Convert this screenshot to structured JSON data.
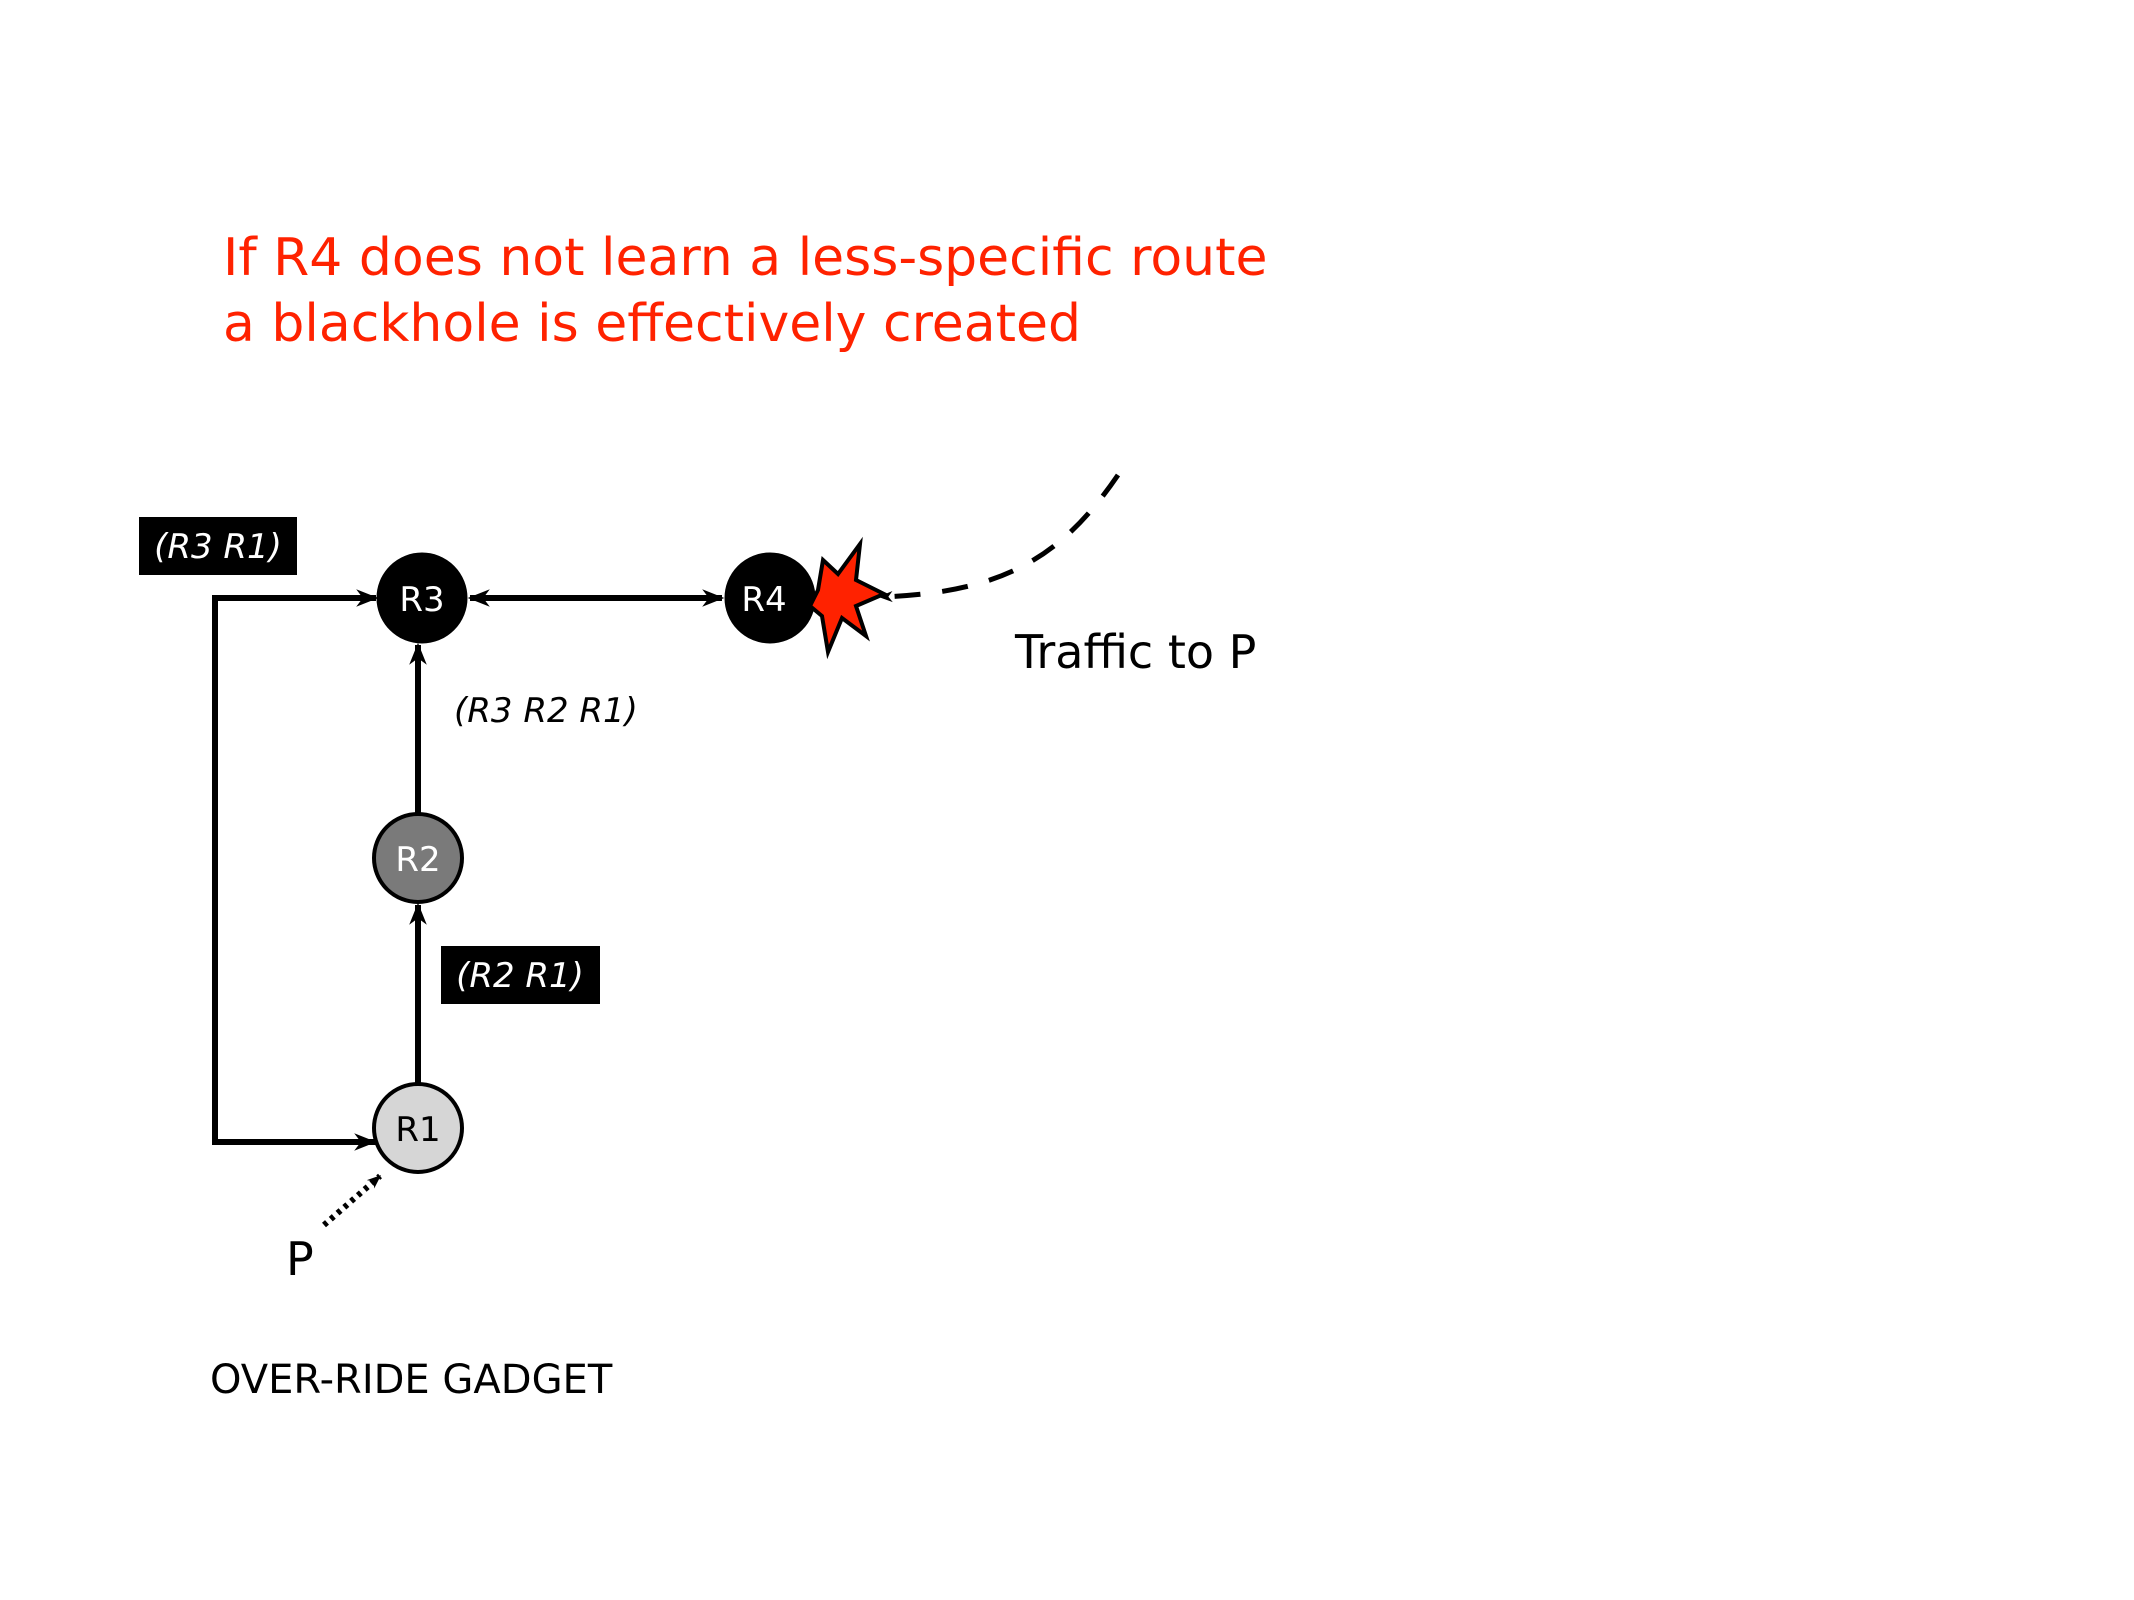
{
  "title": {
    "lines": [
      "If R4 does not learn a less-specific route",
      "a blackhole is effectively created"
    ],
    "color": "#ff2200"
  },
  "nodes": [
    {
      "id": "R3",
      "label": "R3",
      "fill": "#000000",
      "text_color": "#ffffff"
    },
    {
      "id": "R4",
      "label": "R4",
      "fill": "#000000",
      "text_color": "#ffffff"
    },
    {
      "id": "R2",
      "label": "R2",
      "fill": "#7a7a7a",
      "text_color": "#ffffff"
    },
    {
      "id": "R1",
      "label": "R1",
      "fill": "#d6d6d6",
      "text_color": "#000000"
    }
  ],
  "edges": [
    {
      "from": "R1",
      "to": "R2",
      "style": "solid",
      "label": "(R2 R1)",
      "label_boxed": true
    },
    {
      "from": "R2",
      "to": "R3",
      "style": "solid",
      "label": "(R3 R2 R1)",
      "label_boxed": false
    },
    {
      "from": "R1",
      "to": "R3",
      "style": "solid",
      "label": "(R3 R1)",
      "label_boxed": true,
      "routing": "left-bracket"
    },
    {
      "from": "R3",
      "to": "R4",
      "style": "solid",
      "bidirectional": true
    },
    {
      "from": "P",
      "to": "R1",
      "style": "dotted"
    },
    {
      "from": "external",
      "to": "R4",
      "style": "dashed"
    }
  ],
  "prefix_label": "P",
  "traffic_label": "Traffic to P",
  "blackhole_color": "#ff2200",
  "caption": "OVER-RIDE GADGET"
}
